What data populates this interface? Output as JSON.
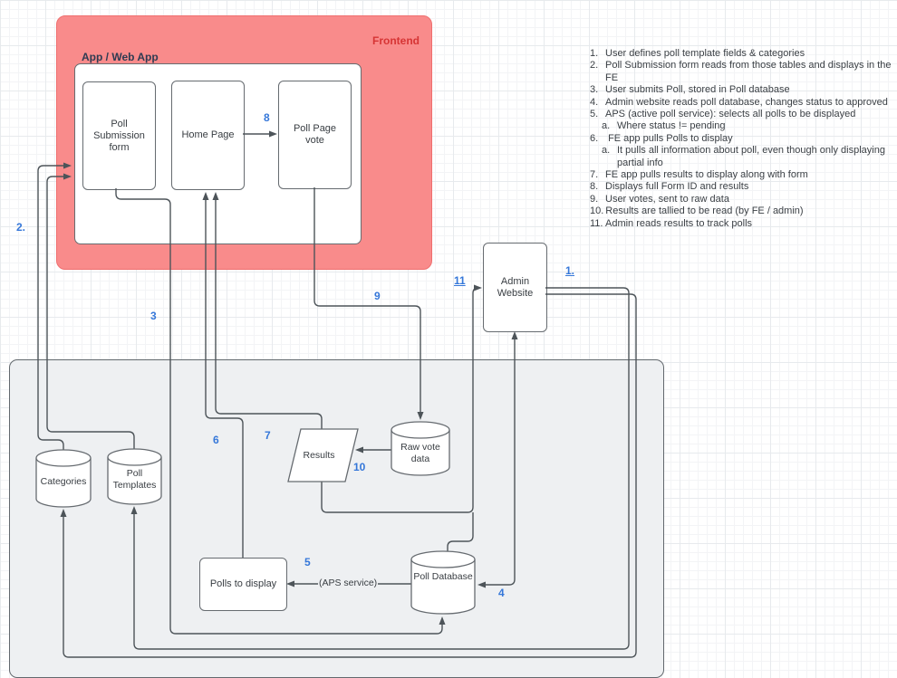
{
  "frontend": {
    "label": "Frontend",
    "app_label": "App / Web App",
    "nodes": {
      "poll_submission": "Poll Submission form",
      "home_page": "Home Page",
      "poll_page_vote": "Poll Page vote"
    }
  },
  "system": {
    "admin_website": "Admin Website",
    "categories": "Categories",
    "poll_templates": "Poll Templates",
    "polls_to_display": "Polls to display",
    "results": "Results",
    "raw_vote_data": "Raw vote data",
    "poll_database": "Poll Database",
    "aps_service": "(APS service)"
  },
  "edge_labels": {
    "n1": "1.",
    "n2": "2.",
    "n3": "3",
    "n4": "4",
    "n5": "5",
    "n6": "6",
    "n7": "7",
    "n8": "8",
    "n9": "9",
    "n10": "10",
    "n11": "11"
  },
  "notes": {
    "lines": [
      {
        "m": "1.",
        "t": "User defines poll template fields & categories"
      },
      {
        "m": "2.",
        "t": "Poll Submission form reads from those tables and displays in the FE"
      },
      {
        "m": "3.",
        "t": "User submits Poll, stored in Poll database"
      },
      {
        "m": "4.",
        "t": "Admin website reads poll database, changes status to approved"
      },
      {
        "m": "5.",
        "t": "APS (active poll service): selects all polls to be displayed"
      },
      {
        "m": "a.",
        "t": "Where status != pending"
      },
      {
        "m": "6.",
        "t": " FE app pulls Polls to display"
      },
      {
        "m": "a.",
        "t": "It pulls all information about poll, even though only displaying partial info"
      },
      {
        "m": "7.",
        "t": "FE app pulls results to display along with form"
      },
      {
        "m": "8.",
        "t": "Displays full Form ID and results"
      },
      {
        "m": "9.",
        "t": "User votes, sent to raw data"
      },
      {
        "m": "10.",
        "t": "Results are tallied to be read (by FE / admin)"
      },
      {
        "m": "11.",
        "t": "Admin reads results to track polls"
      }
    ]
  },
  "colors": {
    "frontend_fill": "#f98b8b",
    "frontend_border": "#ef6f6f",
    "frontend_label": "#d63434",
    "container_fill": "#eef0f2",
    "edge": "#4d5459",
    "note_blue": "#3577d9"
  }
}
